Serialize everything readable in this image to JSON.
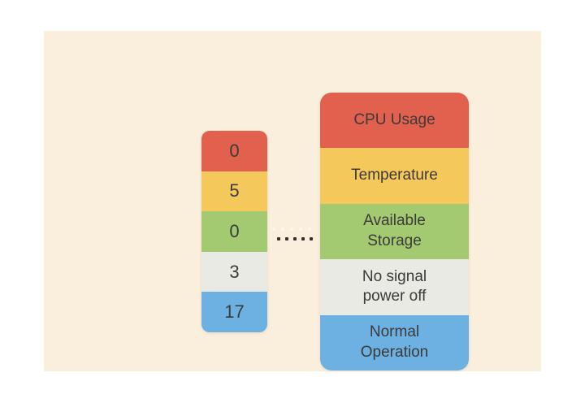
{
  "palette": {
    "panel_bg": "#faeedc",
    "red": "#e2614e",
    "yellow": "#f5c85c",
    "green": "#a3ca71",
    "gray": "#eaeae4",
    "blue": "#6cb1e1",
    "text": "#3c3a3a",
    "dot_dark": "#34312c",
    "dot_light": "#fdf8ec"
  },
  "status_counts": {
    "segments": [
      {
        "value": "0",
        "status": "CPU Usage",
        "color": "#e2614e"
      },
      {
        "value": "5",
        "status": "Temperature",
        "color": "#f5c85c"
      },
      {
        "value": "0",
        "status": "Available Storage",
        "color": "#a3ca71"
      },
      {
        "value": "3",
        "status": "No signal power off",
        "color": "#eaeae4"
      },
      {
        "value": "17",
        "status": "Normal Operation",
        "color": "#6cb1e1"
      }
    ]
  },
  "status_legend": {
    "segments": [
      {
        "label": "CPU Usage",
        "color": "#e2614e"
      },
      {
        "label": "Temperature",
        "color": "#f5c85c"
      },
      {
        "label": "Available\nStorage",
        "color": "#a3ca71"
      },
      {
        "label": "No signal\npower off",
        "color": "#eaeae4"
      },
      {
        "label": "Normal\nOperation",
        "color": "#6cb1e1"
      }
    ]
  },
  "connector": {
    "type": "dotted-line",
    "dot_count": 5
  },
  "chart_data": {
    "type": "table",
    "categories": [
      "CPU Usage",
      "Temperature",
      "Available Storage",
      "No signal power off",
      "Normal Operation"
    ],
    "values": [
      0,
      5,
      0,
      3,
      17
    ],
    "title": "",
    "legend_position": "right"
  }
}
